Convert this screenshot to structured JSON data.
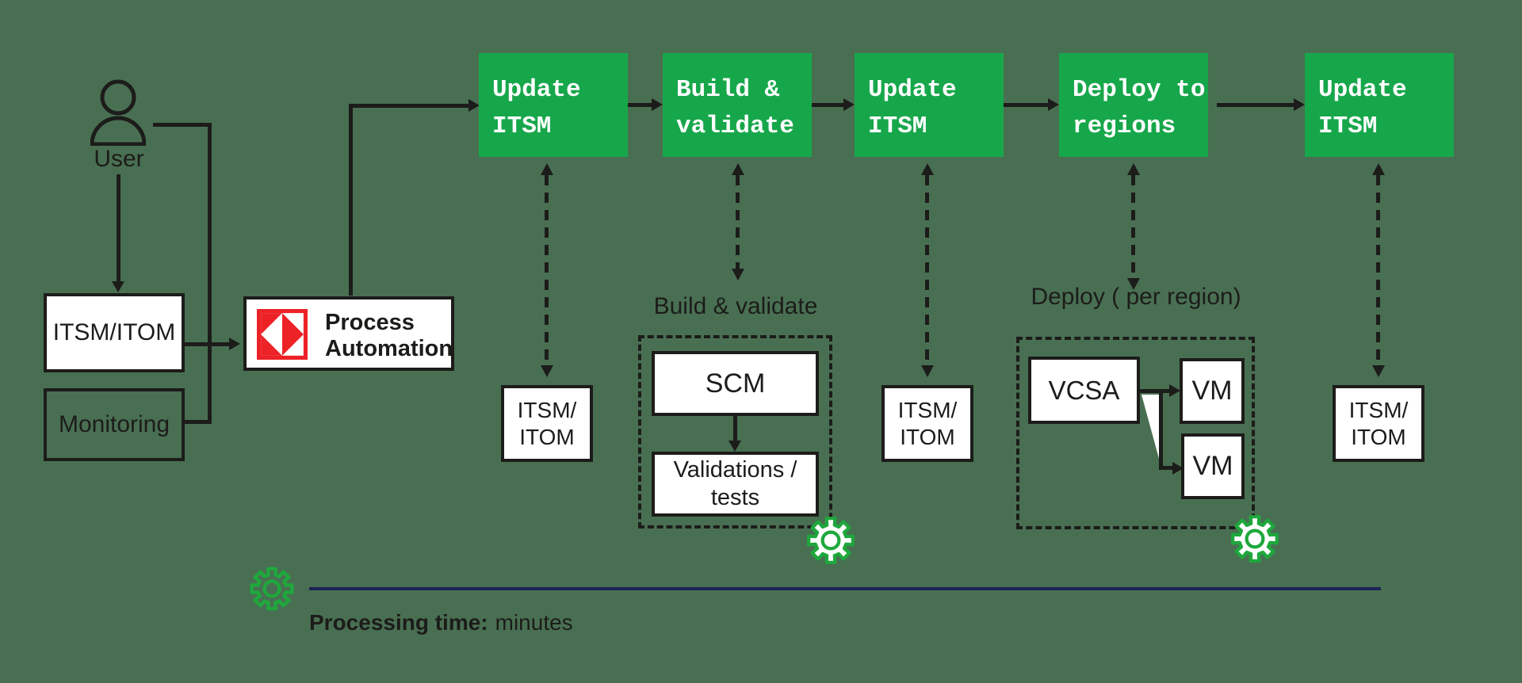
{
  "colors": {
    "bg": "#496F52",
    "ink": "#1C1C1A",
    "green": "#17A74B",
    "gear": "#1EA83C",
    "red": "#EC2227",
    "navy": "#1C2454",
    "paper": "#FFFFFF"
  },
  "icons": {
    "user": "person-outline-icon",
    "gear": "gear-icon",
    "logo": "red-square-diamond-logo"
  },
  "left": {
    "user": "User",
    "itsm_itom": "ITSM/ITOM",
    "monitoring": "Monitoring"
  },
  "process_automation": {
    "name": "Process\nAutomation"
  },
  "steps": [
    {
      "label": "Update\nITSM"
    },
    {
      "label": "Build &\nvalidate"
    },
    {
      "label": "Update\nITSM"
    },
    {
      "label": "Deploy to\nregions"
    },
    {
      "label": "Update\nITSM"
    }
  ],
  "itsm_nodes": [
    {
      "label": "ITSM/\nITOM"
    },
    {
      "label": "ITSM/\nITOM"
    },
    {
      "label": "ITSM/\nITOM"
    }
  ],
  "build_group": {
    "title": "Build & validate",
    "scm": "SCM",
    "validations": "Validations /\ntests"
  },
  "deploy_group": {
    "title": "Deploy ( per region)",
    "vcsa": "VCSA",
    "vms": [
      {
        "label": "VM"
      },
      {
        "label": "VM"
      }
    ]
  },
  "footer": {
    "label": "Processing time:",
    "value": "minutes"
  }
}
